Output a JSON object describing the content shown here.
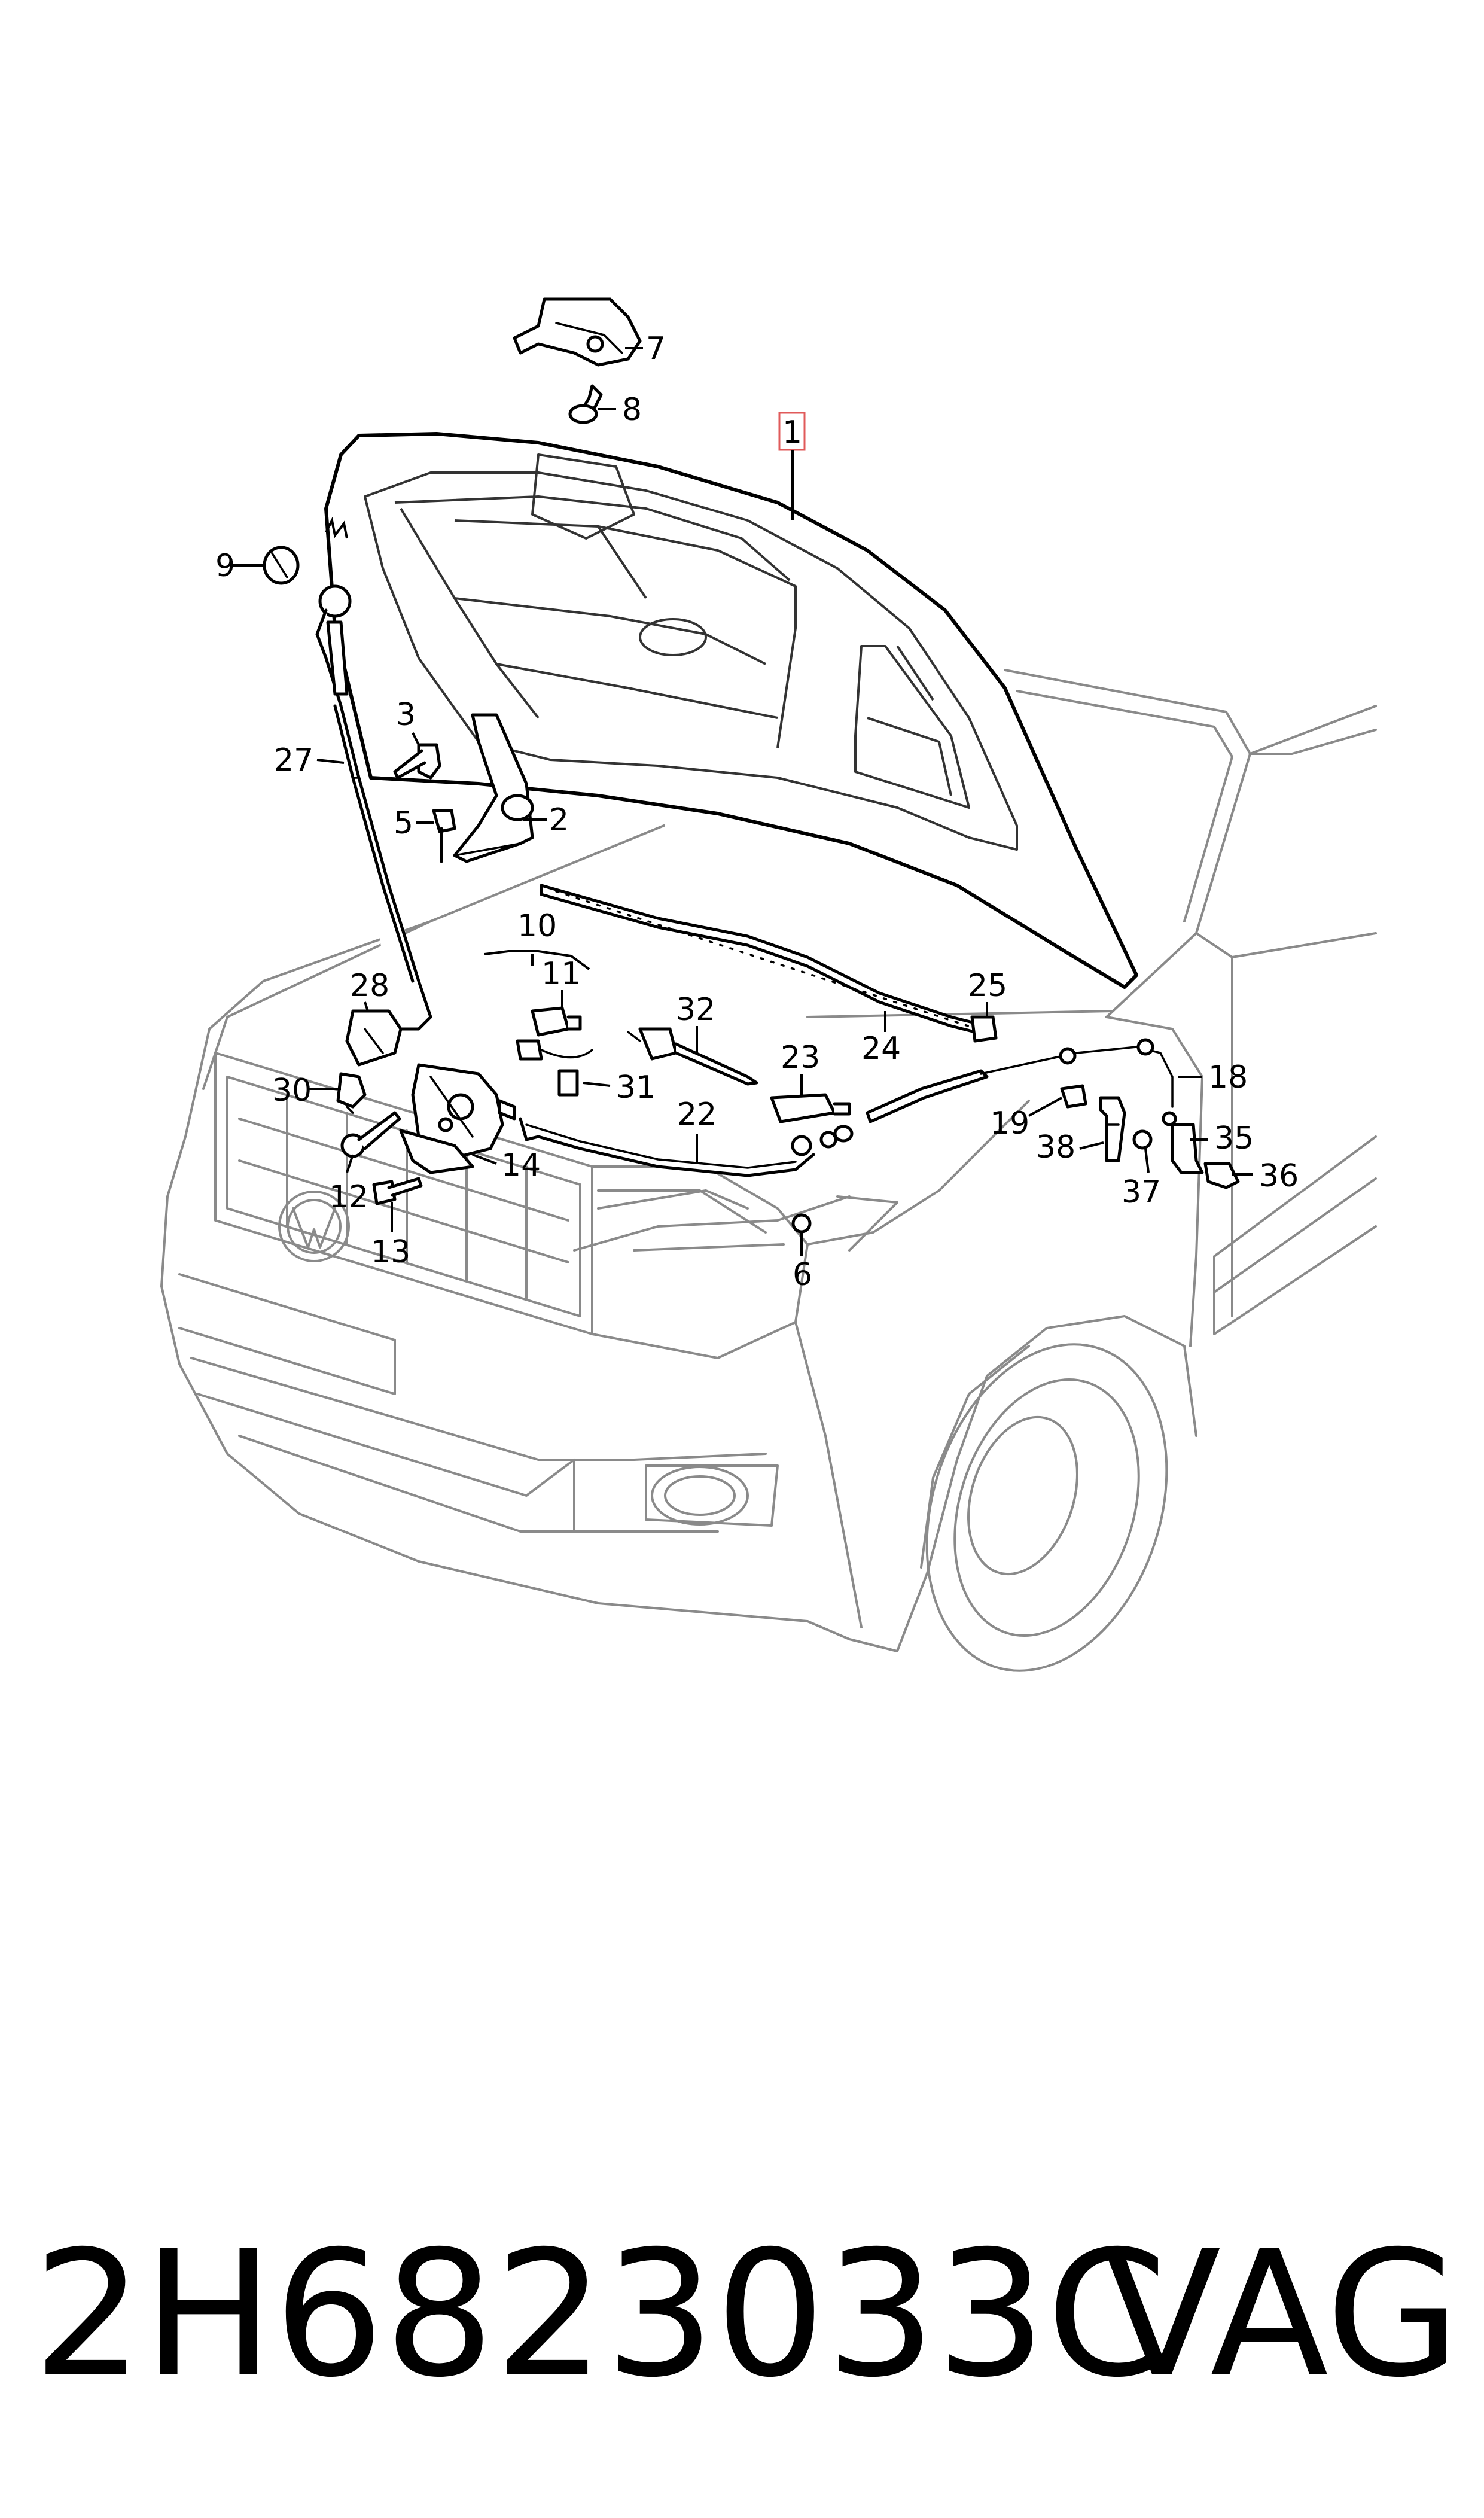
{
  "callouts": [
    {
      "id": "1",
      "label": "1"
    },
    {
      "id": "2",
      "label": "2"
    },
    {
      "id": "3",
      "label": "3"
    },
    {
      "id": "5",
      "label": "5"
    },
    {
      "id": "6",
      "label": "6"
    },
    {
      "id": "7",
      "label": "7"
    },
    {
      "id": "8",
      "label": "8"
    },
    {
      "id": "9",
      "label": "9"
    },
    {
      "id": "10",
      "label": "10"
    },
    {
      "id": "11",
      "label": "11"
    },
    {
      "id": "12",
      "label": "12"
    },
    {
      "id": "13",
      "label": "13"
    },
    {
      "id": "14",
      "label": "14"
    },
    {
      "id": "18",
      "label": "18"
    },
    {
      "id": "19",
      "label": "19"
    },
    {
      "id": "22",
      "label": "22"
    },
    {
      "id": "23",
      "label": "23"
    },
    {
      "id": "24",
      "label": "24"
    },
    {
      "id": "25",
      "label": "25"
    },
    {
      "id": "27",
      "label": "27"
    },
    {
      "id": "28",
      "label": "28"
    },
    {
      "id": "30",
      "label": "30"
    },
    {
      "id": "31",
      "label": "31"
    },
    {
      "id": "32",
      "label": "32"
    },
    {
      "id": "35",
      "label": "35"
    },
    {
      "id": "36",
      "label": "36"
    },
    {
      "id": "37",
      "label": "37"
    },
    {
      "id": "38",
      "label": "38"
    }
  ],
  "highlighted_callout": "1",
  "footer": {
    "part_number": "2H6823033C",
    "brand": "VAG"
  },
  "colors": {
    "highlight": "#e05a5a",
    "line": "#000000",
    "car_outline": "#8a8a8a"
  }
}
